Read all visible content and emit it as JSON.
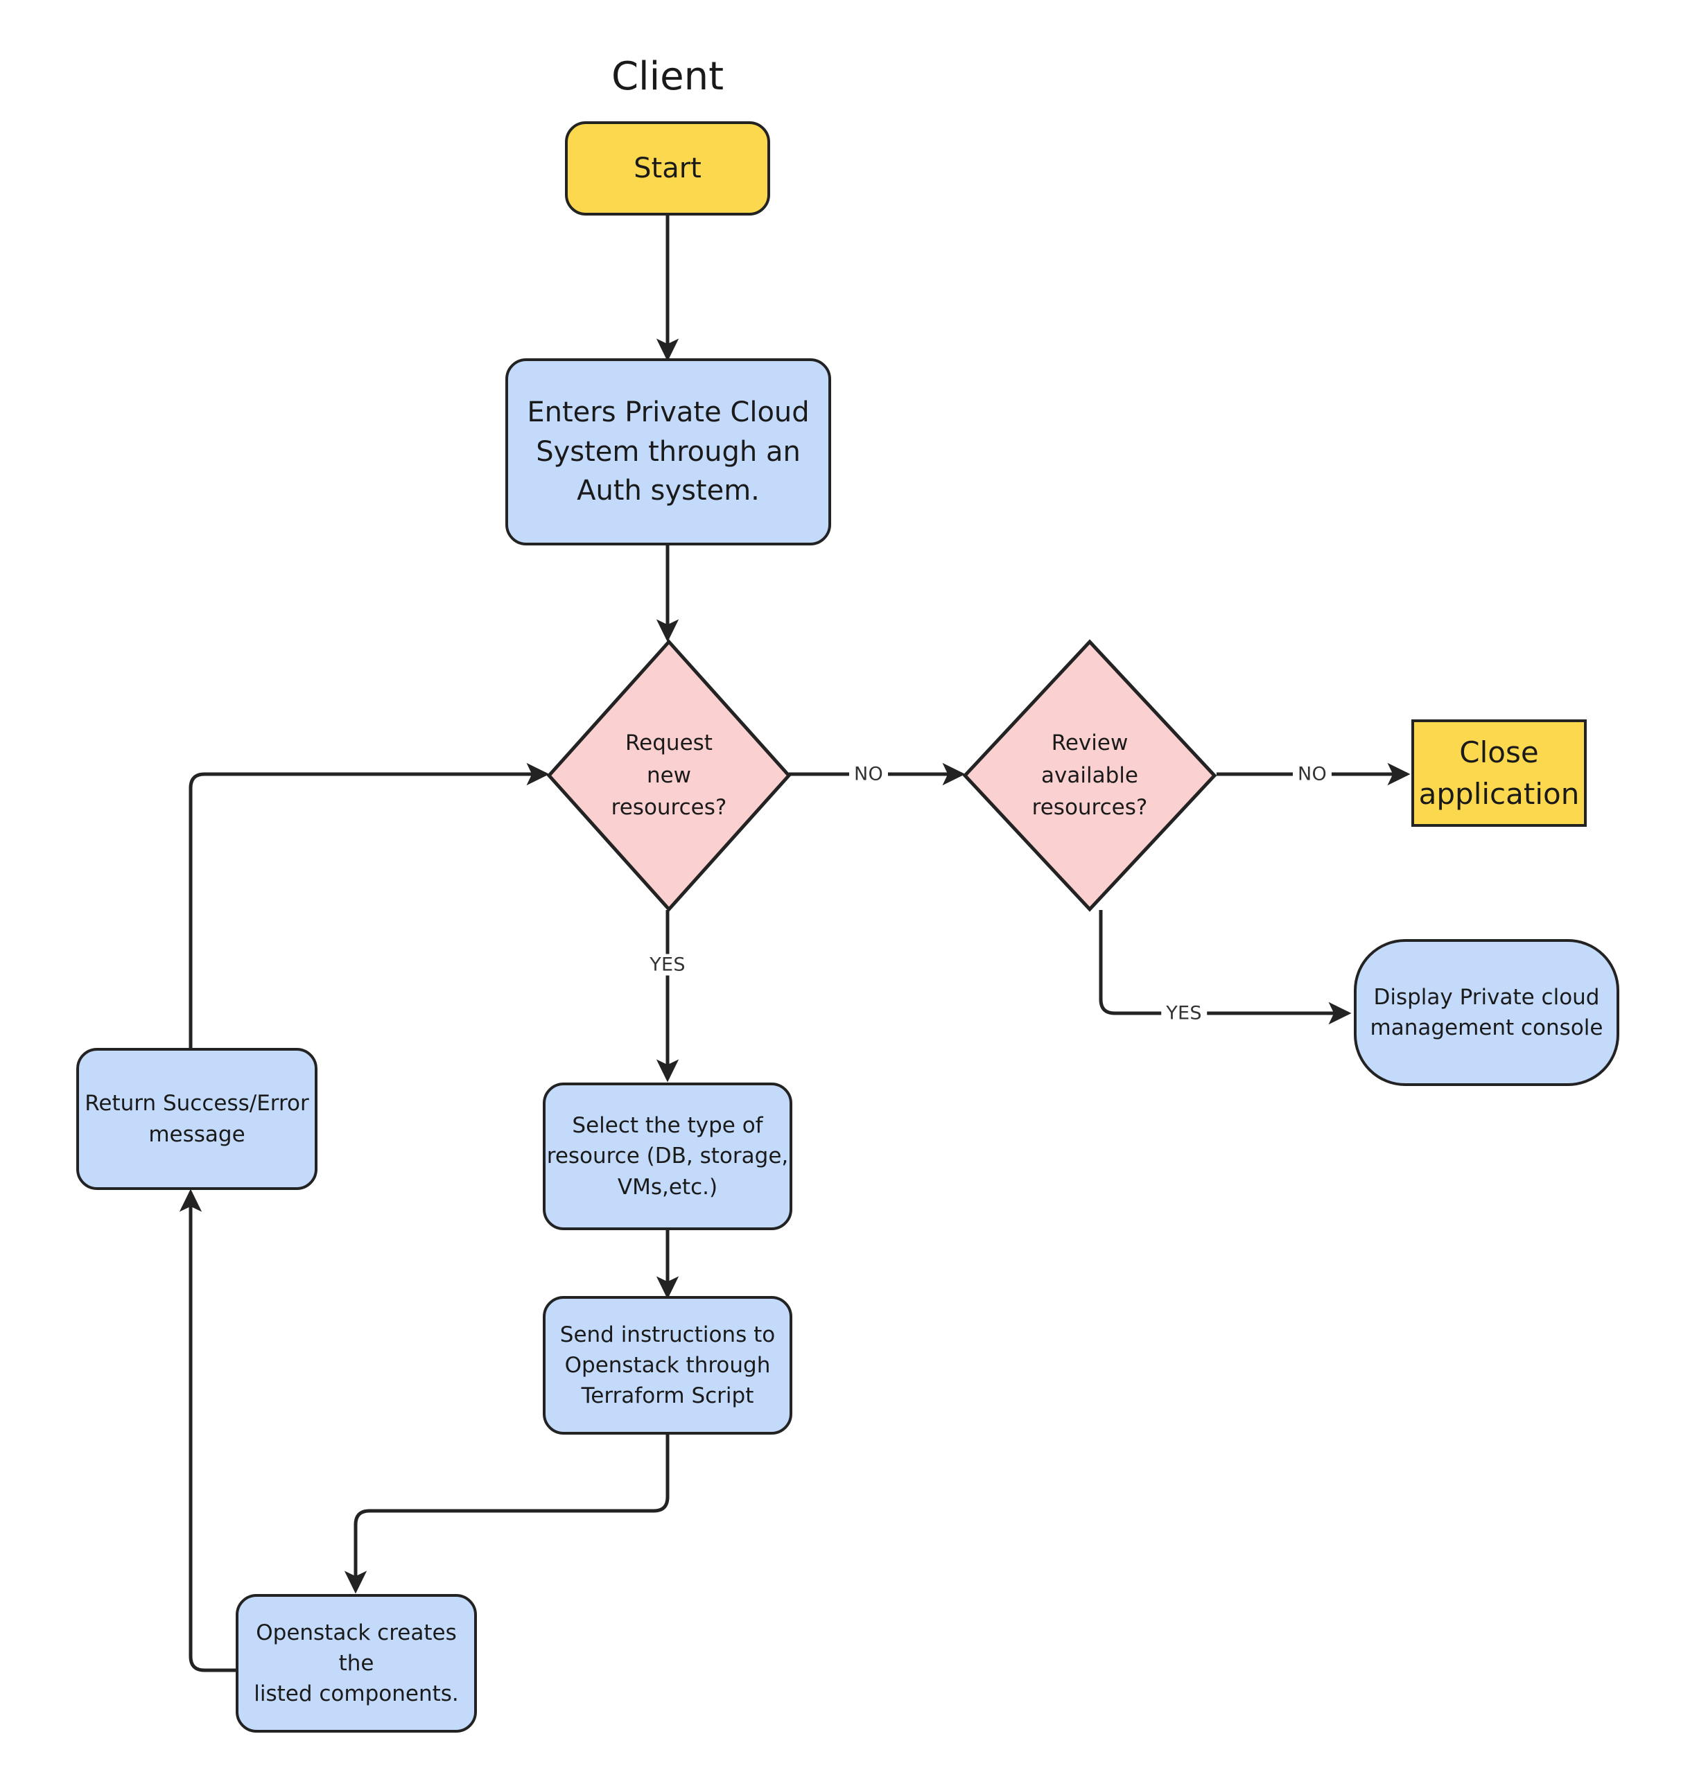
{
  "diagram": {
    "title": "Client",
    "type": "flowchart",
    "background": "#ffffff",
    "colors": {
      "start_end_fill": "#FBD84D",
      "process_fill": "#C3DAFA",
      "decision_fill": "#FAD0D0",
      "stroke": "#232323",
      "text": "#1a1a1a"
    },
    "nodes": {
      "start": {
        "label": "Start",
        "shape": "rounded-rectangle",
        "fill": "#FBD84D"
      },
      "enters_auth": {
        "label": "Enters Private Cloud\nSystem through an\nAuth system.",
        "shape": "rounded-rectangle",
        "fill": "#C3DAFA"
      },
      "request_new": {
        "label": "Request\nnew\nresources?",
        "shape": "diamond",
        "fill": "#FAD0D0"
      },
      "review_available": {
        "label": "Review\navailable\nresources?",
        "shape": "diamond",
        "fill": "#FAD0D0"
      },
      "close_application": {
        "label": "Close\napplication",
        "shape": "rectangle",
        "fill": "#FBD84D"
      },
      "display_console": {
        "label": "Display Private cloud\nmanagement console",
        "shape": "stadium",
        "fill": "#C3DAFA"
      },
      "select_resource": {
        "label": "Select the type of\nresource (DB, storage,\nVMs,etc.)",
        "shape": "rounded-rectangle",
        "fill": "#C3DAFA"
      },
      "send_instructions": {
        "label": "Send instructions to\nOpenstack through\nTerraform Script",
        "shape": "rounded-rectangle",
        "fill": "#C3DAFA"
      },
      "openstack_creates": {
        "label": "Openstack creates the\nlisted components.",
        "shape": "rounded-rectangle",
        "fill": "#C3DAFA"
      },
      "return_message": {
        "label": "Return Success/Error\nmessage",
        "shape": "rounded-rectangle",
        "fill": "#C3DAFA"
      }
    },
    "edge_labels": {
      "request_no": "NO",
      "request_yes": "YES",
      "review_no": "NO",
      "review_yes": "YES"
    },
    "edges": [
      {
        "from": "start",
        "to": "enters_auth",
        "label": ""
      },
      {
        "from": "enters_auth",
        "to": "request_new",
        "label": ""
      },
      {
        "from": "request_new",
        "to": "review_available",
        "label": "NO"
      },
      {
        "from": "request_new",
        "to": "select_resource",
        "label": "YES"
      },
      {
        "from": "review_available",
        "to": "close_application",
        "label": "NO"
      },
      {
        "from": "review_available",
        "to": "display_console",
        "label": "YES"
      },
      {
        "from": "select_resource",
        "to": "send_instructions",
        "label": ""
      },
      {
        "from": "send_instructions",
        "to": "openstack_creates",
        "label": ""
      },
      {
        "from": "openstack_creates",
        "to": "return_message",
        "label": ""
      },
      {
        "from": "return_message",
        "to": "request_new",
        "label": ""
      }
    ]
  }
}
